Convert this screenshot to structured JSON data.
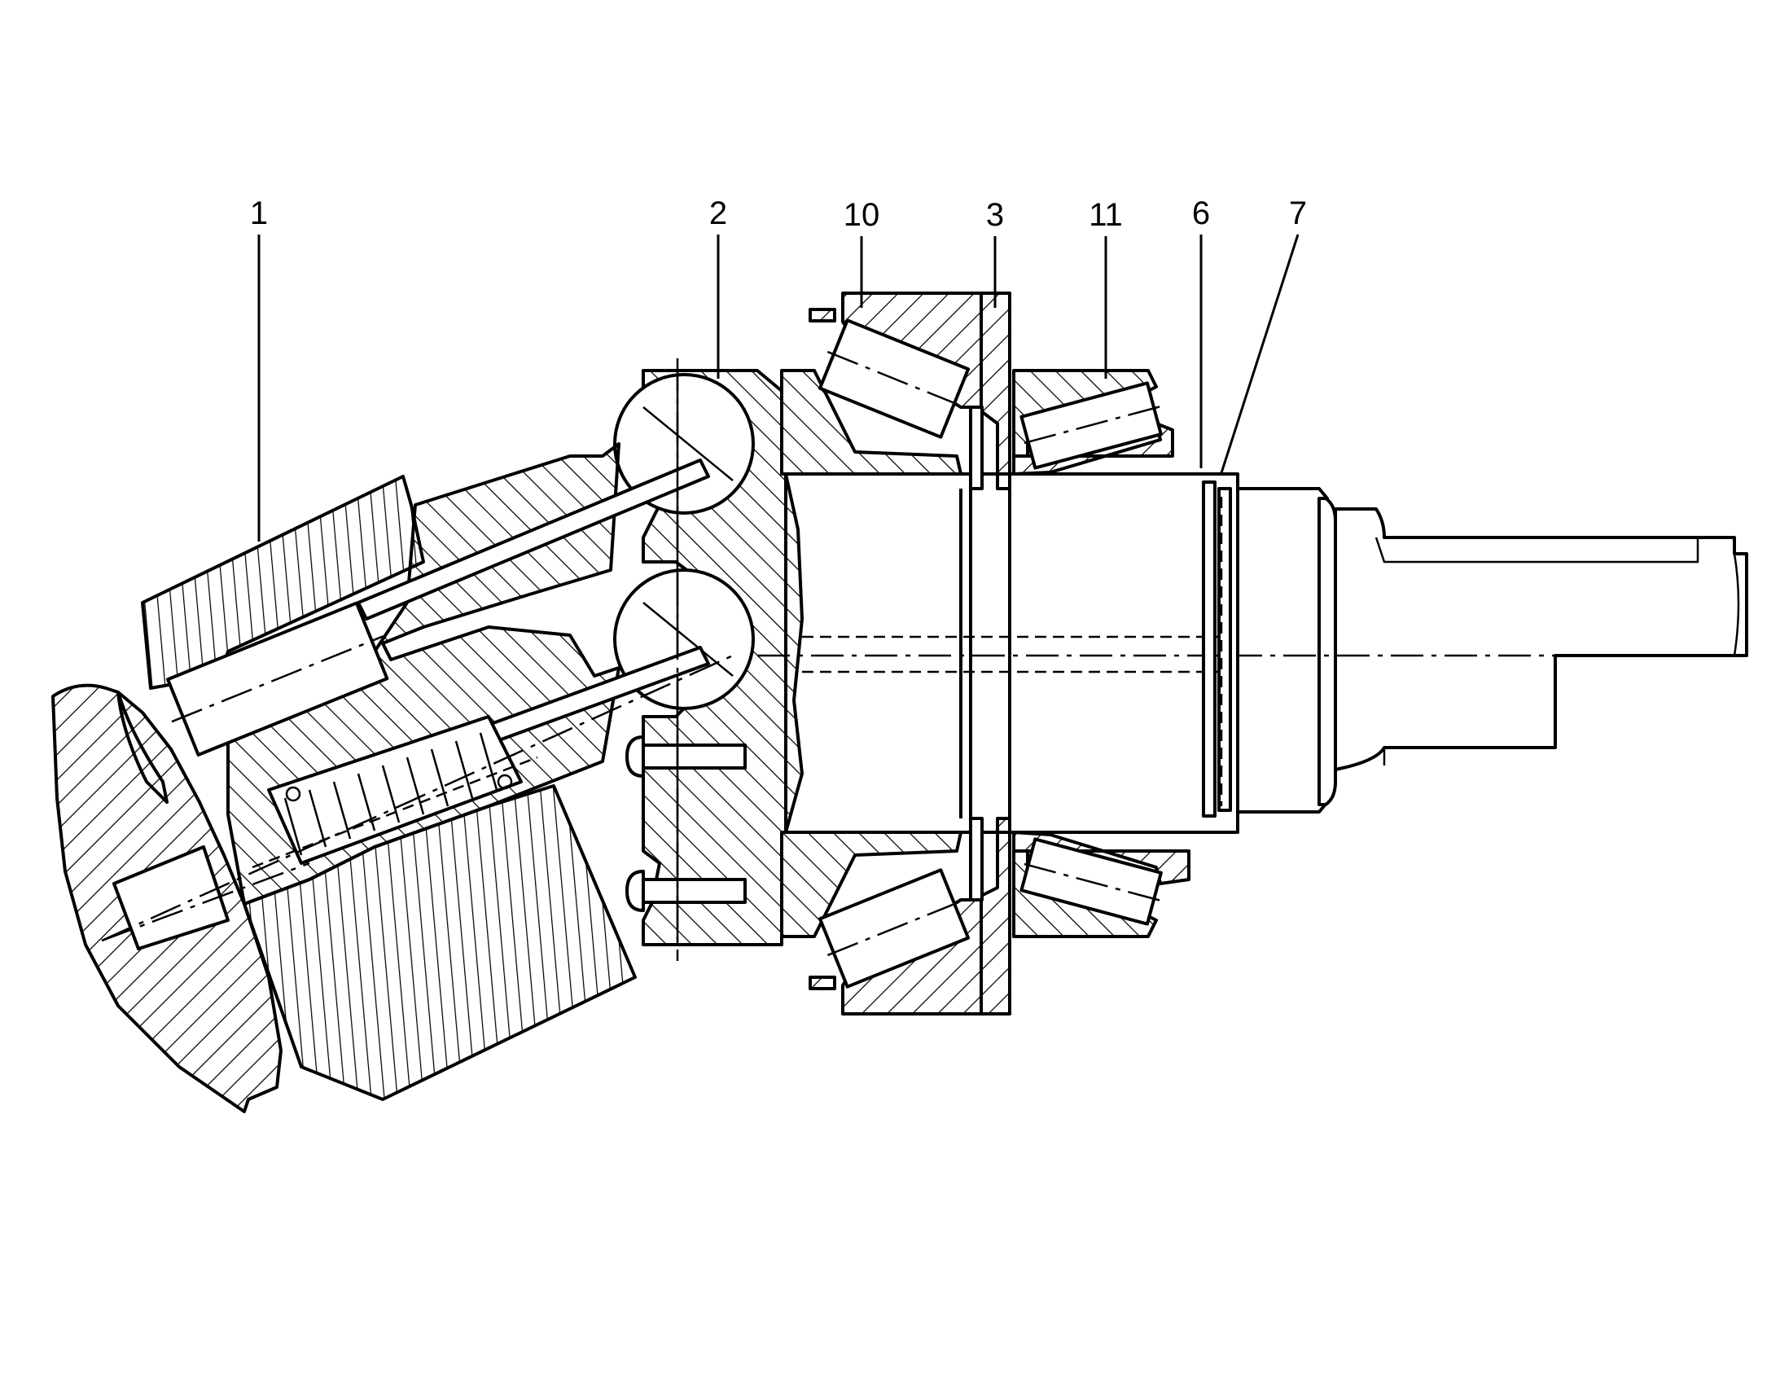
{
  "labels": {
    "l1": "1",
    "l2": "2",
    "l10": "10",
    "l3": "3",
    "l11": "11",
    "l6": "6",
    "l7": "7"
  }
}
